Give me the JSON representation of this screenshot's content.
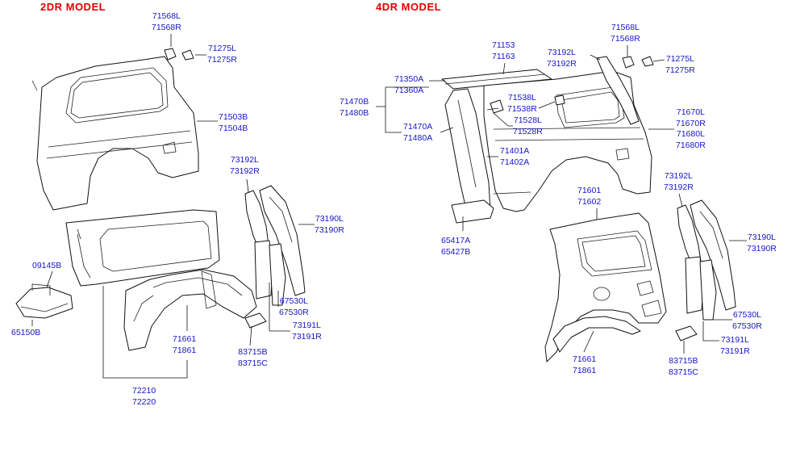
{
  "titles": {
    "left": "2DR  MODEL",
    "right": "4DR  MODEL"
  },
  "callouts": {
    "c71568_l": [
      "71568L",
      "71568R"
    ],
    "c71275_l": [
      "71275L",
      "71275R"
    ],
    "c71503": [
      "71503B",
      "71504B"
    ],
    "c73192_l": [
      "73192L",
      "73192R"
    ],
    "c73190_l": [
      "73190L",
      "73190R"
    ],
    "c09145": [
      "09145B"
    ],
    "c65150": [
      "65150B"
    ],
    "c67530_l": [
      "67530L",
      "67530R"
    ],
    "c71661_l": [
      "71661",
      "71861"
    ],
    "c73191_l": [
      "73191L",
      "73191R"
    ],
    "c83715_l": [
      "83715B",
      "83715C"
    ],
    "c72210": [
      "72210",
      "72220"
    ],
    "c71153": [
      "71153",
      "71163"
    ],
    "c73192_r": [
      "73192L",
      "73192R"
    ],
    "c71568_r": [
      "71568L",
      "71568R"
    ],
    "c71275_r": [
      "71275L",
      "71275R"
    ],
    "c71350": [
      "71350A",
      "71360A"
    ],
    "c71470b": [
      "71470B",
      "71480B"
    ],
    "c71538": [
      "71538L",
      "71538R"
    ],
    "c71528": [
      "71528L",
      "71528R"
    ],
    "c71670": [
      "71670L",
      "71670R",
      "71680L",
      "71680R"
    ],
    "c71470a": [
      "71470A",
      "71480A"
    ],
    "c71401": [
      "71401A",
      "71402A"
    ],
    "c73192_r2": [
      "73192L",
      "73192R"
    ],
    "c71601": [
      "71601",
      "71602"
    ],
    "c65417": [
      "65417A",
      "65427B"
    ],
    "c73190_r": [
      "73190L",
      "73190R"
    ],
    "c67530_r": [
      "67530L",
      "67530R"
    ],
    "c73191_r": [
      "73191L",
      "73191R"
    ],
    "c71661_r": [
      "71661",
      "71861"
    ],
    "c83715_r": [
      "83715B",
      "83715C"
    ]
  }
}
